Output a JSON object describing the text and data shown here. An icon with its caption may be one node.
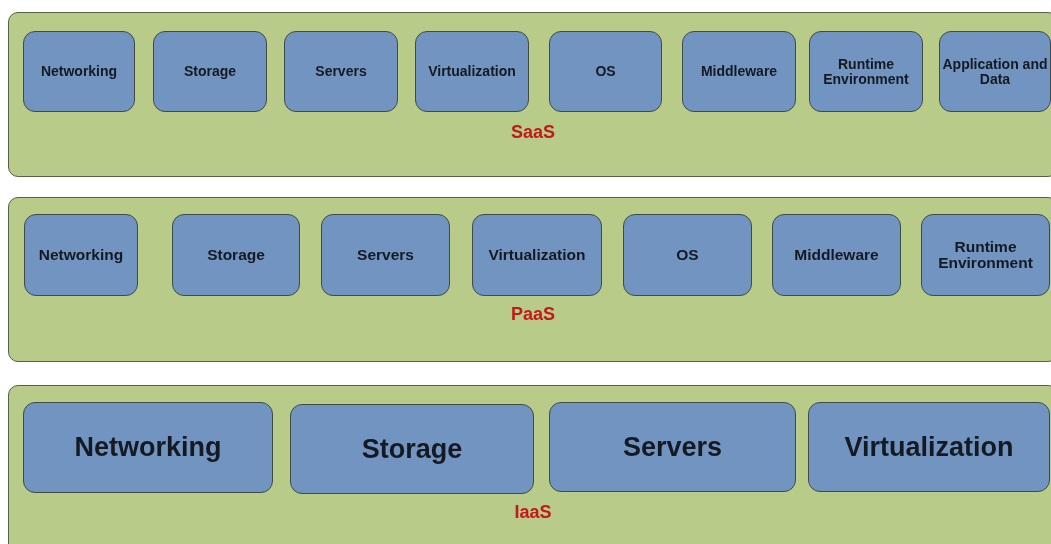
{
  "diagram": {
    "nodes": [
      {
        "text": [
          "SaaS"
        ]
      },
      {
        "text": [
          "Networking"
        ],
        "in": 0
      },
      {
        "text": [
          "Storage"
        ],
        "in": 0
      },
      {
        "text": [
          "Servers"
        ],
        "in": 0
      },
      {
        "text": [
          "Virtualization"
        ],
        "in": 0
      },
      {
        "text": [
          "OS"
        ],
        "in": 0
      },
      {
        "text": [
          "Middleware"
        ],
        "in": 0
      },
      {
        "text": [
          "Runtime Environment"
        ],
        "in": 0
      },
      {
        "text": [
          "Application and Data"
        ],
        "in": 0
      },
      {
        "text": [
          "PaaS"
        ]
      },
      {
        "text": [
          "Networking"
        ],
        "in": 9
      },
      {
        "text": [
          "Storage"
        ],
        "in": 9
      },
      {
        "text": [
          "Servers"
        ],
        "in": 9
      },
      {
        "text": [
          "Virtualization"
        ],
        "in": 9
      },
      {
        "text": [
          "OS"
        ],
        "in": 9
      },
      {
        "text": [
          "Middleware"
        ],
        "in": 9
      },
      {
        "text": [
          "Runtime Environment"
        ],
        "in": 9
      },
      {
        "text": [
          "IaaS"
        ]
      },
      {
        "text": [
          "Networking"
        ],
        "in": 17
      },
      {
        "text": [
          "Storage"
        ],
        "in": 17
      },
      {
        "text": [
          "Servers"
        ],
        "in": 17
      },
      {
        "text": [
          "Virtualization"
        ],
        "in": 17
      }
    ]
  }
}
